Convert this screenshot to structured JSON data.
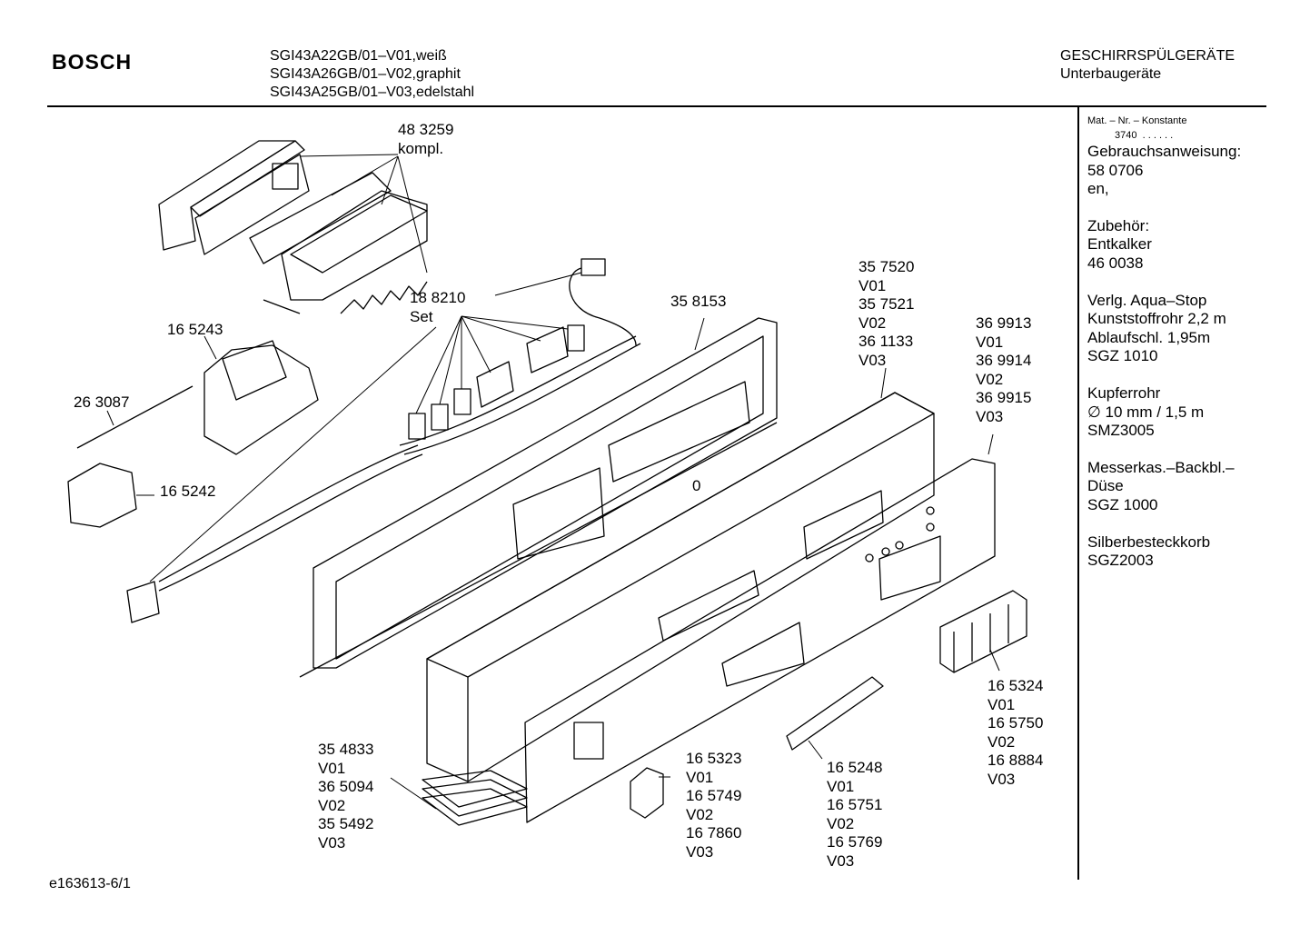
{
  "header": {
    "brand": "BOSCH",
    "models": [
      "SGI43A22GB/01–V01,weiß",
      "SGI43A26GB/01–V02,graphit",
      "SGI43A25GB/01–V03,edelstahl"
    ],
    "category": [
      "GESCHIRRSPÜLGERÄTE",
      "Unterbaugeräte"
    ]
  },
  "sidebar": {
    "mat_label": "Mat. – Nr. – Konstante",
    "mat_value": "3740",
    "dots": ". .   . . . .",
    "lines": [
      "Gebrauchsanweisung:",
      "58 0706",
      "en,",
      "",
      "Zubehör:",
      "Entkalker",
      "46 0038",
      "",
      "Verlg. Aqua–Stop",
      "Kunststoffrohr 2,2 m",
      "Ablaufschl. 1,95m",
      "SGZ 1010",
      "",
      "Kupferrohr",
      "∅ 10 mm / 1,5 m",
      "SMZ3005",
      "",
      "Messerkas.–Backbl.–",
      "Düse",
      "SGZ 1000",
      "",
      "Silberbesteckkorb",
      "SGZ2003"
    ]
  },
  "parts": {
    "p483259": [
      "48 3259",
      "kompl."
    ],
    "p188210": [
      "18 8210",
      "Set"
    ],
    "p358153": [
      "35 8153"
    ],
    "p165243": [
      "16 5243"
    ],
    "p263087": [
      "26 3087"
    ],
    "p165242": [
      "16 5242"
    ],
    "p357520": [
      "35 7520",
      "V01",
      "35 7521",
      "V02",
      "36 1133",
      "V03"
    ],
    "p369913": [
      "36 9913",
      "V01",
      "36 9914",
      "V02",
      "36 9915",
      "V03"
    ],
    "p0": [
      "0"
    ],
    "p165324": [
      "16 5324",
      "V01",
      "16 5750",
      "V02",
      "16 8884",
      "V03"
    ],
    "p354833": [
      "35 4833",
      "V01",
      "36 5094",
      "V02",
      "35 5492",
      "V03"
    ],
    "p165323": [
      "16 5323",
      "V01",
      "16 5749",
      "V02",
      "16 7860",
      "V03"
    ],
    "p165248": [
      "16 5248",
      "V01",
      "16 5751",
      "V02",
      "16 5769",
      "V03"
    ]
  },
  "footer": {
    "code": "e163613-6/1"
  }
}
